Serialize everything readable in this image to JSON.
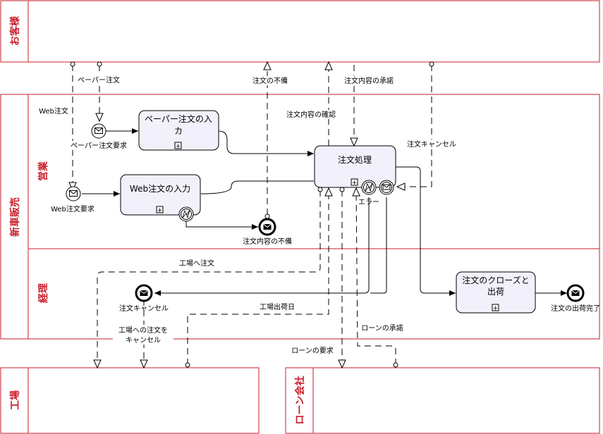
{
  "pools": {
    "customer": "お客様",
    "sales_company": "新車販売",
    "factory": "工場",
    "loan_company": "ローン会社"
  },
  "lanes": {
    "sales": "営業",
    "accounting": "経理"
  },
  "tasks": {
    "paper_order_entry": "ペーパー注文の入力",
    "web_order_entry": "Web注文の入力",
    "order_processing": "注文処理",
    "order_close_ship": "注文のクローズと出荷"
  },
  "events": {
    "paper_order_request": "ペーパー注文要求",
    "web_order_request": "Web注文要求",
    "order_content_defect": "注文内容の不備",
    "error": "エラー",
    "order_cancel": "注文キャンセル",
    "order_shipped_complete": "注文の出荷完了"
  },
  "messages": {
    "paper_order": "ペーパー注文",
    "web_order": "Web注文",
    "order_defect": "注文の不備",
    "order_content_confirm": "注文内容の確認",
    "order_content_approval": "注文内容の承諾",
    "order_cancel_msg": "注文キャンセル",
    "order_to_factory": "工場へ注文",
    "factory_ship_date": "工場出荷日",
    "cancel_factory_order_line1": "工場への注文を",
    "cancel_factory_order_line2": "キャンセル",
    "loan_approval": "ローンの承諾",
    "loan_request": "ローンの要求"
  },
  "colors": {
    "pool_border": "#c81e2b",
    "task_fill": "#f2f1fb",
    "line": "#000000"
  }
}
